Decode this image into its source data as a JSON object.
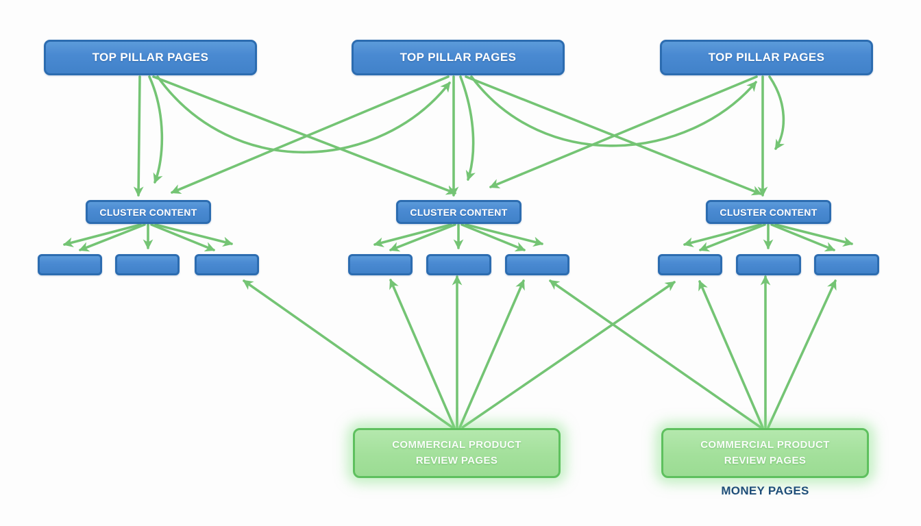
{
  "diagram_title": "",
  "colors": {
    "background": "#fdfdfd",
    "node_fill": "#4a8ad2",
    "node_border": "#2c6cb0",
    "node_text": "#ffffff",
    "arrow": "#74c474",
    "review_fill": "#a3e09b",
    "review_border": "#5ec05e",
    "money_text": "#1f4e79"
  },
  "pillars": [
    {
      "id": "pillar-1",
      "label": "TOP PILLAR PAGES"
    },
    {
      "id": "pillar-2",
      "label": "TOP PILLAR PAGES"
    },
    {
      "id": "pillar-3",
      "label": "TOP PILLAR PAGES"
    }
  ],
  "clusters": [
    {
      "id": "cluster-1",
      "label": "CLUSTER CONTENT"
    },
    {
      "id": "cluster-2",
      "label": "CLUSTER CONTENT"
    },
    {
      "id": "cluster-3",
      "label": "CLUSTER CONTENT"
    }
  ],
  "articles": [
    {
      "id": "article-1-1",
      "label": ""
    },
    {
      "id": "article-1-2",
      "label": ""
    },
    {
      "id": "article-1-3",
      "label": ""
    },
    {
      "id": "article-2-1",
      "label": ""
    },
    {
      "id": "article-2-2",
      "label": ""
    },
    {
      "id": "article-2-3",
      "label": ""
    },
    {
      "id": "article-3-1",
      "label": ""
    },
    {
      "id": "article-3-2",
      "label": ""
    },
    {
      "id": "article-3-3",
      "label": ""
    }
  ],
  "reviews": [
    {
      "id": "review-1",
      "lines": [
        "COMMERCIAL PRODUCT",
        "REVIEW PAGES"
      ]
    },
    {
      "id": "review-2",
      "lines": [
        "COMMERCIAL PRODUCT",
        "REVIEW PAGES"
      ]
    }
  ],
  "money_label": "MONEY PAGES",
  "edges": [
    {
      "from": "pillar-1",
      "to": "cluster-1",
      "style": "straight"
    },
    {
      "from": "pillar-1",
      "to": "cluster-1",
      "style": "curved"
    },
    {
      "from": "pillar-1",
      "to": "cluster-2",
      "style": "straight"
    },
    {
      "from": "pillar-1",
      "to": "pillar-2",
      "style": "curved"
    },
    {
      "from": "pillar-2",
      "to": "cluster-1",
      "style": "straight"
    },
    {
      "from": "pillar-2",
      "to": "cluster-2",
      "style": "straight"
    },
    {
      "from": "pillar-2",
      "to": "cluster-2",
      "style": "curved"
    },
    {
      "from": "pillar-2",
      "to": "cluster-3",
      "style": "straight"
    },
    {
      "from": "pillar-2",
      "to": "pillar-3",
      "style": "curved"
    },
    {
      "from": "pillar-3",
      "to": "cluster-2",
      "style": "straight"
    },
    {
      "from": "pillar-3",
      "to": "cluster-3",
      "style": "straight"
    },
    {
      "from": "pillar-3",
      "to": "cluster-3",
      "style": "curved"
    },
    {
      "from": "cluster-1",
      "to": "article-1-1",
      "style": "outer"
    },
    {
      "from": "cluster-1",
      "to": "article-1-1",
      "style": "inner"
    },
    {
      "from": "cluster-1",
      "to": "article-1-2",
      "style": "straight"
    },
    {
      "from": "cluster-1",
      "to": "article-1-3",
      "style": "inner"
    },
    {
      "from": "cluster-1",
      "to": "article-1-3",
      "style": "outer"
    },
    {
      "from": "cluster-2",
      "to": "article-2-1",
      "style": "outer"
    },
    {
      "from": "cluster-2",
      "to": "article-2-1",
      "style": "inner"
    },
    {
      "from": "cluster-2",
      "to": "article-2-2",
      "style": "straight"
    },
    {
      "from": "cluster-2",
      "to": "article-2-3",
      "style": "inner"
    },
    {
      "from": "cluster-2",
      "to": "article-2-3",
      "style": "outer"
    },
    {
      "from": "cluster-3",
      "to": "article-3-1",
      "style": "outer"
    },
    {
      "from": "cluster-3",
      "to": "article-3-1",
      "style": "inner"
    },
    {
      "from": "cluster-3",
      "to": "article-3-2",
      "style": "straight"
    },
    {
      "from": "cluster-3",
      "to": "article-3-3",
      "style": "inner"
    },
    {
      "from": "cluster-3",
      "to": "article-3-3",
      "style": "outer"
    },
    {
      "from": "review-1",
      "to": "article-1-3",
      "style": "straight"
    },
    {
      "from": "review-1",
      "to": "article-2-1",
      "style": "straight"
    },
    {
      "from": "review-1",
      "to": "article-2-2",
      "style": "straight"
    },
    {
      "from": "review-1",
      "to": "article-2-3",
      "style": "straight"
    },
    {
      "from": "review-1",
      "to": "article-3-1",
      "style": "straight"
    },
    {
      "from": "review-2",
      "to": "article-2-3",
      "style": "straight"
    },
    {
      "from": "review-2",
      "to": "article-3-1",
      "style": "straight"
    },
    {
      "from": "review-2",
      "to": "article-3-2",
      "style": "straight"
    },
    {
      "from": "review-2",
      "to": "article-3-3",
      "style": "straight"
    }
  ]
}
